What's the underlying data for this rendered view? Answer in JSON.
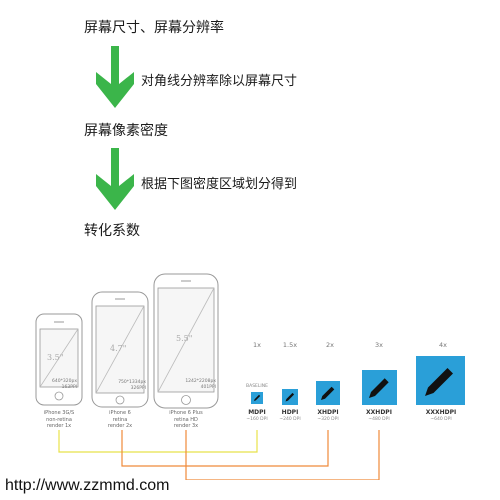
{
  "flow": {
    "steps": [
      "屏幕尺寸、屏幕分辨率",
      "屏幕像素密度",
      "转化系数"
    ],
    "arrow_labels": [
      "对角线分辨率除以屏幕尺寸",
      "根据下图密度区域划分得到"
    ],
    "arrow_color": "#3bb54a"
  },
  "phones": [
    {
      "size": "3.5\"",
      "resolution": "640*320px",
      "ppi": "163PPI",
      "caption": [
        "iPhone 3G/S",
        "non-retina",
        "render 1x"
      ]
    },
    {
      "size": "4.7\"",
      "resolution": "750*1334px",
      "ppi": "326PPI",
      "caption": [
        "iPhone 6",
        "retina",
        "render 2x"
      ]
    },
    {
      "size": "5.5\"",
      "resolution": "1242*2208px",
      "ppi": "401PPI",
      "caption": [
        "iPhone 6 Plus",
        "retina HD",
        "render 3x"
      ]
    }
  ],
  "densities": {
    "baseline_label": "BASELINE",
    "items": [
      {
        "scale": "1x",
        "name": "MDPI",
        "dpi": "~160 DPI"
      },
      {
        "scale": "1.5x",
        "name": "HDPI",
        "dpi": "~240 DPI"
      },
      {
        "scale": "2x",
        "name": "XHDPI",
        "dpi": "~320 DPI"
      },
      {
        "scale": "3x",
        "name": "XXHDPI",
        "dpi": "~480 DPI"
      },
      {
        "scale": "4x",
        "name": "XXXHDPI",
        "dpi": "~640 DPI"
      }
    ],
    "icon_color": "#2a9fd8"
  },
  "connectors": {
    "yellow": "#e8e24a",
    "orange": "#ef8a3a"
  },
  "watermark": "http://www.zzmmd.com"
}
